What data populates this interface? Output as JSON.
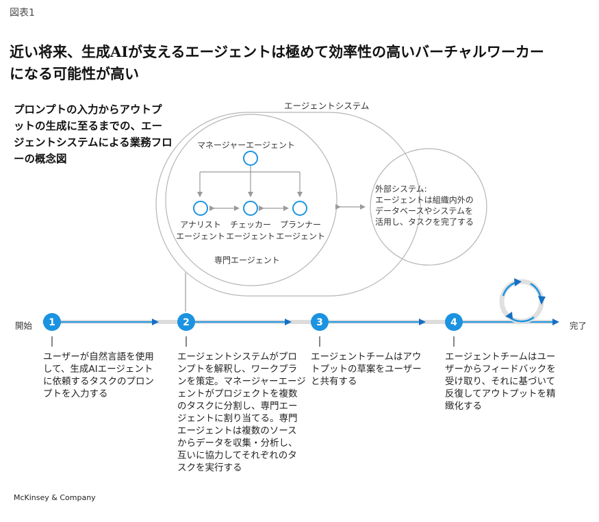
{
  "figure_label": "図表1",
  "title": "近い将来、生成AIが支えるエージェントは極めて効率性の高いバーチャルワーカーになる可能性が高い",
  "subtitle": "プロンプトの入力からアウトプットの生成に至るまでの、エージェントシステムによる業務フローの概念図",
  "system": {
    "label": "エージェントシステム",
    "manager_label": "マネージャーエージェント",
    "agents": [
      {
        "line1": "アナリスト",
        "line2": "エージェント"
      },
      {
        "line1": "チェッカー",
        "line2": "エージェント"
      },
      {
        "line1": "プランナー",
        "line2": "エージェント"
      }
    ],
    "specialist_label": "専門エージェント",
    "external": "外部システム:\nエージェントは組織内外のデータベースやシステムを活用し、タスクを完了する"
  },
  "flow": {
    "start_label": "開始",
    "end_label": "完了",
    "steps": [
      {
        "number": "1",
        "text": "ユーザーが自然言語を使用して、生成AIエージェントに依頼するタスクのプロンプトを入力する"
      },
      {
        "number": "2",
        "text": "エージェントシステムがプロンプトを解釈し、ワークプランを策定。マネージャーエージェントがプロジェクトを複数のタスクに分割し、専門エージェントに割り当てる。専門エージェントは複数のソースからデータを収集・分析し、互いに協力してそれぞれのタスクを実行する"
      },
      {
        "number": "3",
        "text": "エージェントチームはアウトプットの草案をユーザーと共有する"
      },
      {
        "number": "4",
        "text": "エージェントチームはユーザーからフィードバックを受け取り、それに基づいて反復してアウトプットを精緻化する"
      }
    ]
  },
  "colors": {
    "accent": "#1b93e0",
    "accent_dark": "#1570c4",
    "line_gray": "#9a9a9a",
    "outline": "#b4b4b4",
    "track": "#dcdcdc"
  },
  "footer": "McKinsey & Company"
}
